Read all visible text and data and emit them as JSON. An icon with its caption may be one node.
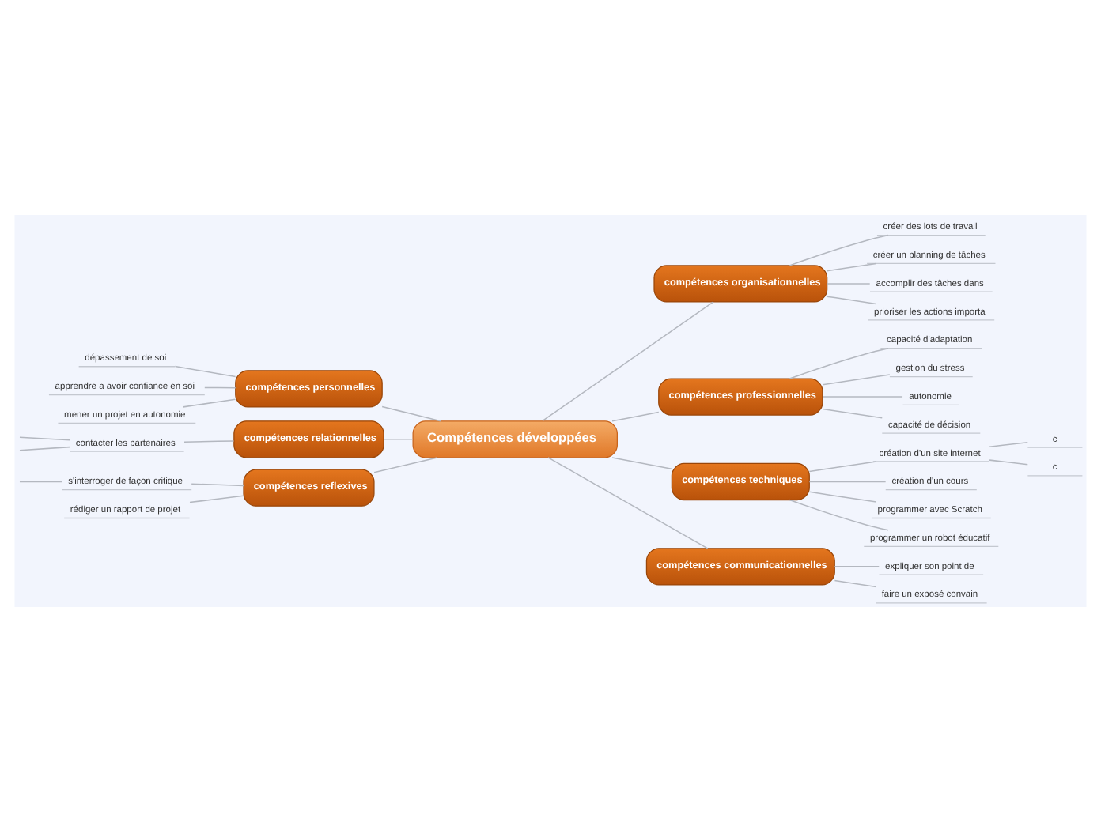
{
  "diagram": {
    "nodes": [
      {
        "text": [
          "Compétences développées"
        ]
      },
      {
        "text": [
          "compétences organisationnelles"
        ]
      },
      {
        "text": [
          "créer des lots de travail"
        ]
      },
      {
        "text": [
          "créer un planning de tâches"
        ]
      },
      {
        "text": [
          "accomplir des tâches dans"
        ]
      },
      {
        "text": [
          "prioriser les actions importa"
        ]
      },
      {
        "text": [
          "compétences professionnelles"
        ]
      },
      {
        "text": [
          "capacité d'adaptation"
        ]
      },
      {
        "text": [
          "gestion du stress"
        ]
      },
      {
        "text": [
          "autonomie"
        ]
      },
      {
        "text": [
          "capacité de décision"
        ]
      },
      {
        "text": [
          "compétences techniques"
        ]
      },
      {
        "text": [
          "création d'un site internet"
        ]
      },
      {
        "text": [
          "c"
        ]
      },
      {
        "text": [
          "c"
        ]
      },
      {
        "text": [
          "création d'un cours"
        ]
      },
      {
        "text": [
          "programmer avec Scratch"
        ]
      },
      {
        "text": [
          "programmer un robot éducatif"
        ]
      },
      {
        "text": [
          "compétences communicationnelles"
        ]
      },
      {
        "text": [
          "expliquer son point de"
        ]
      },
      {
        "text": [
          "faire un exposé convain"
        ]
      },
      {
        "text": [
          "compétences personnelles"
        ]
      },
      {
        "text": [
          "dépassement de soi"
        ]
      },
      {
        "text": [
          "apprendre a avoir confiance en soi"
        ]
      },
      {
        "text": [
          "mener un projet en autonomie"
        ]
      },
      {
        "text": [
          "compétences relationnelles"
        ]
      },
      {
        "text": [
          "contacter les partenaires"
        ]
      },
      {
        "text": [
          "compétences reflexives"
        ]
      },
      {
        "text": [
          "s'interroger de façon critique"
        ]
      },
      {
        "text": [
          "rédiger un rapport de projet"
        ]
      }
    ],
    "edges": [
      {
        "from": 0,
        "to": 1,
        "arrow": "none"
      },
      {
        "from": 1,
        "to": 2,
        "arrow": "none"
      },
      {
        "from": 1,
        "to": 3,
        "arrow": "none"
      },
      {
        "from": 1,
        "to": 4,
        "arrow": "none"
      },
      {
        "from": 1,
        "to": 5,
        "arrow": "none"
      },
      {
        "from": 0,
        "to": 6,
        "arrow": "none"
      },
      {
        "from": 6,
        "to": 7,
        "arrow": "none"
      },
      {
        "from": 6,
        "to": 8,
        "arrow": "none"
      },
      {
        "from": 6,
        "to": 9,
        "arrow": "none"
      },
      {
        "from": 6,
        "to": 10,
        "arrow": "none"
      },
      {
        "from": 0,
        "to": 11,
        "arrow": "none"
      },
      {
        "from": 11,
        "to": 12,
        "arrow": "none"
      },
      {
        "from": 12,
        "to": 13,
        "arrow": "none"
      },
      {
        "from": 12,
        "to": 14,
        "arrow": "none"
      },
      {
        "from": 11,
        "to": 15,
        "arrow": "none"
      },
      {
        "from": 11,
        "to": 16,
        "arrow": "none"
      },
      {
        "from": 11,
        "to": 17,
        "arrow": "none"
      },
      {
        "from": 0,
        "to": 18,
        "arrow": "none"
      },
      {
        "from": 18,
        "to": 19,
        "arrow": "none"
      },
      {
        "from": 18,
        "to": 20,
        "arrow": "none"
      },
      {
        "from": 0,
        "to": 21,
        "arrow": "none"
      },
      {
        "from": 21,
        "to": 22,
        "arrow": "none"
      },
      {
        "from": 21,
        "to": 23,
        "arrow": "none"
      },
      {
        "from": 21,
        "to": 24,
        "arrow": "none"
      },
      {
        "from": 0,
        "to": 25,
        "arrow": "none"
      },
      {
        "from": 25,
        "to": 26,
        "arrow": "none"
      },
      {
        "from": 26,
        "to": null,
        "arrow": "none"
      },
      {
        "from": 26,
        "to": null,
        "arrow": "none"
      },
      {
        "from": 0,
        "to": 27,
        "arrow": "none"
      },
      {
        "from": 27,
        "to": 28,
        "arrow": "none"
      },
      {
        "from": 28,
        "to": null,
        "arrow": "none"
      },
      {
        "from": 27,
        "to": 29,
        "arrow": "none"
      }
    ]
  }
}
